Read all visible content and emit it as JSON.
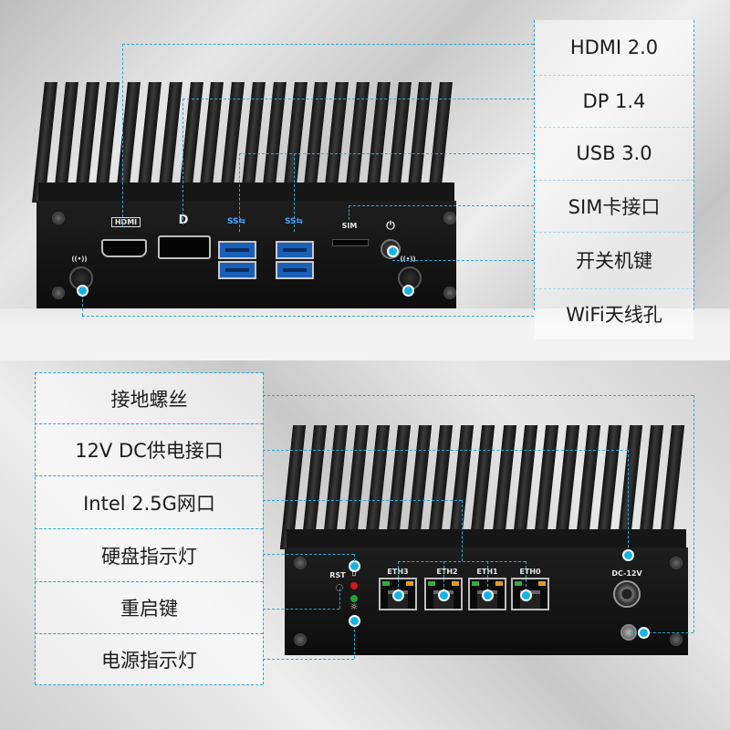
{
  "top_labels": [
    {
      "text": "HDMI 2.0"
    },
    {
      "text": "DP 1.4"
    },
    {
      "text": "USB 3.0"
    },
    {
      "text": "SIM卡接口"
    },
    {
      "text": "开关机键"
    },
    {
      "text": "WiFi天线孔"
    }
  ],
  "bottom_labels": [
    {
      "text": "接地螺丝"
    },
    {
      "text": "12V DC供电接口"
    },
    {
      "text": "Intel 2.5G网口"
    },
    {
      "text": "硬盘指示灯"
    },
    {
      "text": "重启键"
    },
    {
      "text": "电源指示灯"
    }
  ],
  "device_front": {
    "hdmi_icon": "HDMI",
    "dp_icon": "D",
    "usb_icon": "SS⇆",
    "sim_label": "SIM",
    "power_icon": "⏻",
    "wifi_icon": "((•))"
  },
  "device_back": {
    "rst_label": "RST",
    "hdd_icon": "▯",
    "power_led_icon": "☼",
    "eth_labels": [
      "ETH3",
      "ETH2",
      "ETH1",
      "ETH0"
    ],
    "dc_label": "DC-12V"
  },
  "colors": {
    "accent": "#14b3e6",
    "usb_blue": "#1a5fb8"
  }
}
